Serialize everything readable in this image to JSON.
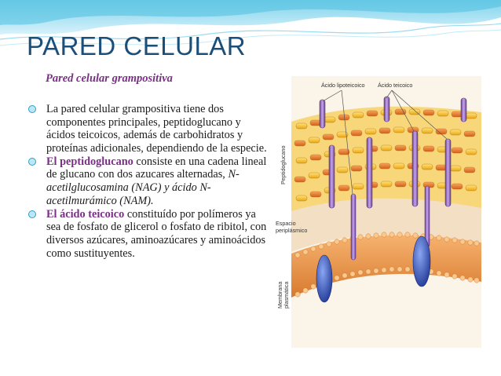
{
  "slide": {
    "title": "PARED CELULAR",
    "subtitle": "Pared celular grampositiva"
  },
  "bullets": [
    {
      "parts": [
        {
          "text": "La pared celular grampositiva tiene dos componentes principales, peptidoglucano y ácidos  teicoicos",
          "style": "normal"
        },
        {
          "text": ",",
          "style": "normal"
        },
        {
          "text": " además de carbohidratos y proteínas adicionales, dependiendo de la especie.",
          "style": "normal"
        }
      ]
    },
    {
      "parts": [
        {
          "text": "El peptidoglucano",
          "style": "highlight"
        },
        {
          "text": " consiste en una cadena lineal de glucano con dos azucares alternadas, ",
          "style": "normal"
        },
        {
          "text": "N-acetilglucosamina (NAG) y ácido N-acetilmurámico (NAM).",
          "style": "italic"
        }
      ]
    },
    {
      "parts": [
        {
          "text": "El ácido teicoico",
          "style": "highlight"
        },
        {
          "text": "  constituído por polímeros ya sea de fosfato de glicerol o fosfato de ribitol, con diversos  azúcares, aminoazúcares y aminoácidos como sustituyentes.",
          "style": "normal"
        }
      ]
    }
  ],
  "figure": {
    "labels": {
      "lipoteichoic": "Ácido lipoteicoico",
      "teichoic": "Ácido teicoico",
      "peptidoglycan": "Peptidoglucano",
      "periplasmic_line1": "Espacio",
      "periplasmic_line2": "periplásmico",
      "membrane_line1": "Membrana",
      "membrane_line2": "plasmática"
    }
  },
  "colors": {
    "title": "#1b4f7a",
    "highlight": "#7a2e86",
    "bullet": "#2aa0c8",
    "peptidoglycan_yellow": "#f4c21a",
    "peptidoglycan_orange": "#e8782a",
    "teichoic_purple": "#9a6fc4",
    "membrane_orange": "#e38a3a",
    "protein_blue": "#3d5fc9"
  }
}
